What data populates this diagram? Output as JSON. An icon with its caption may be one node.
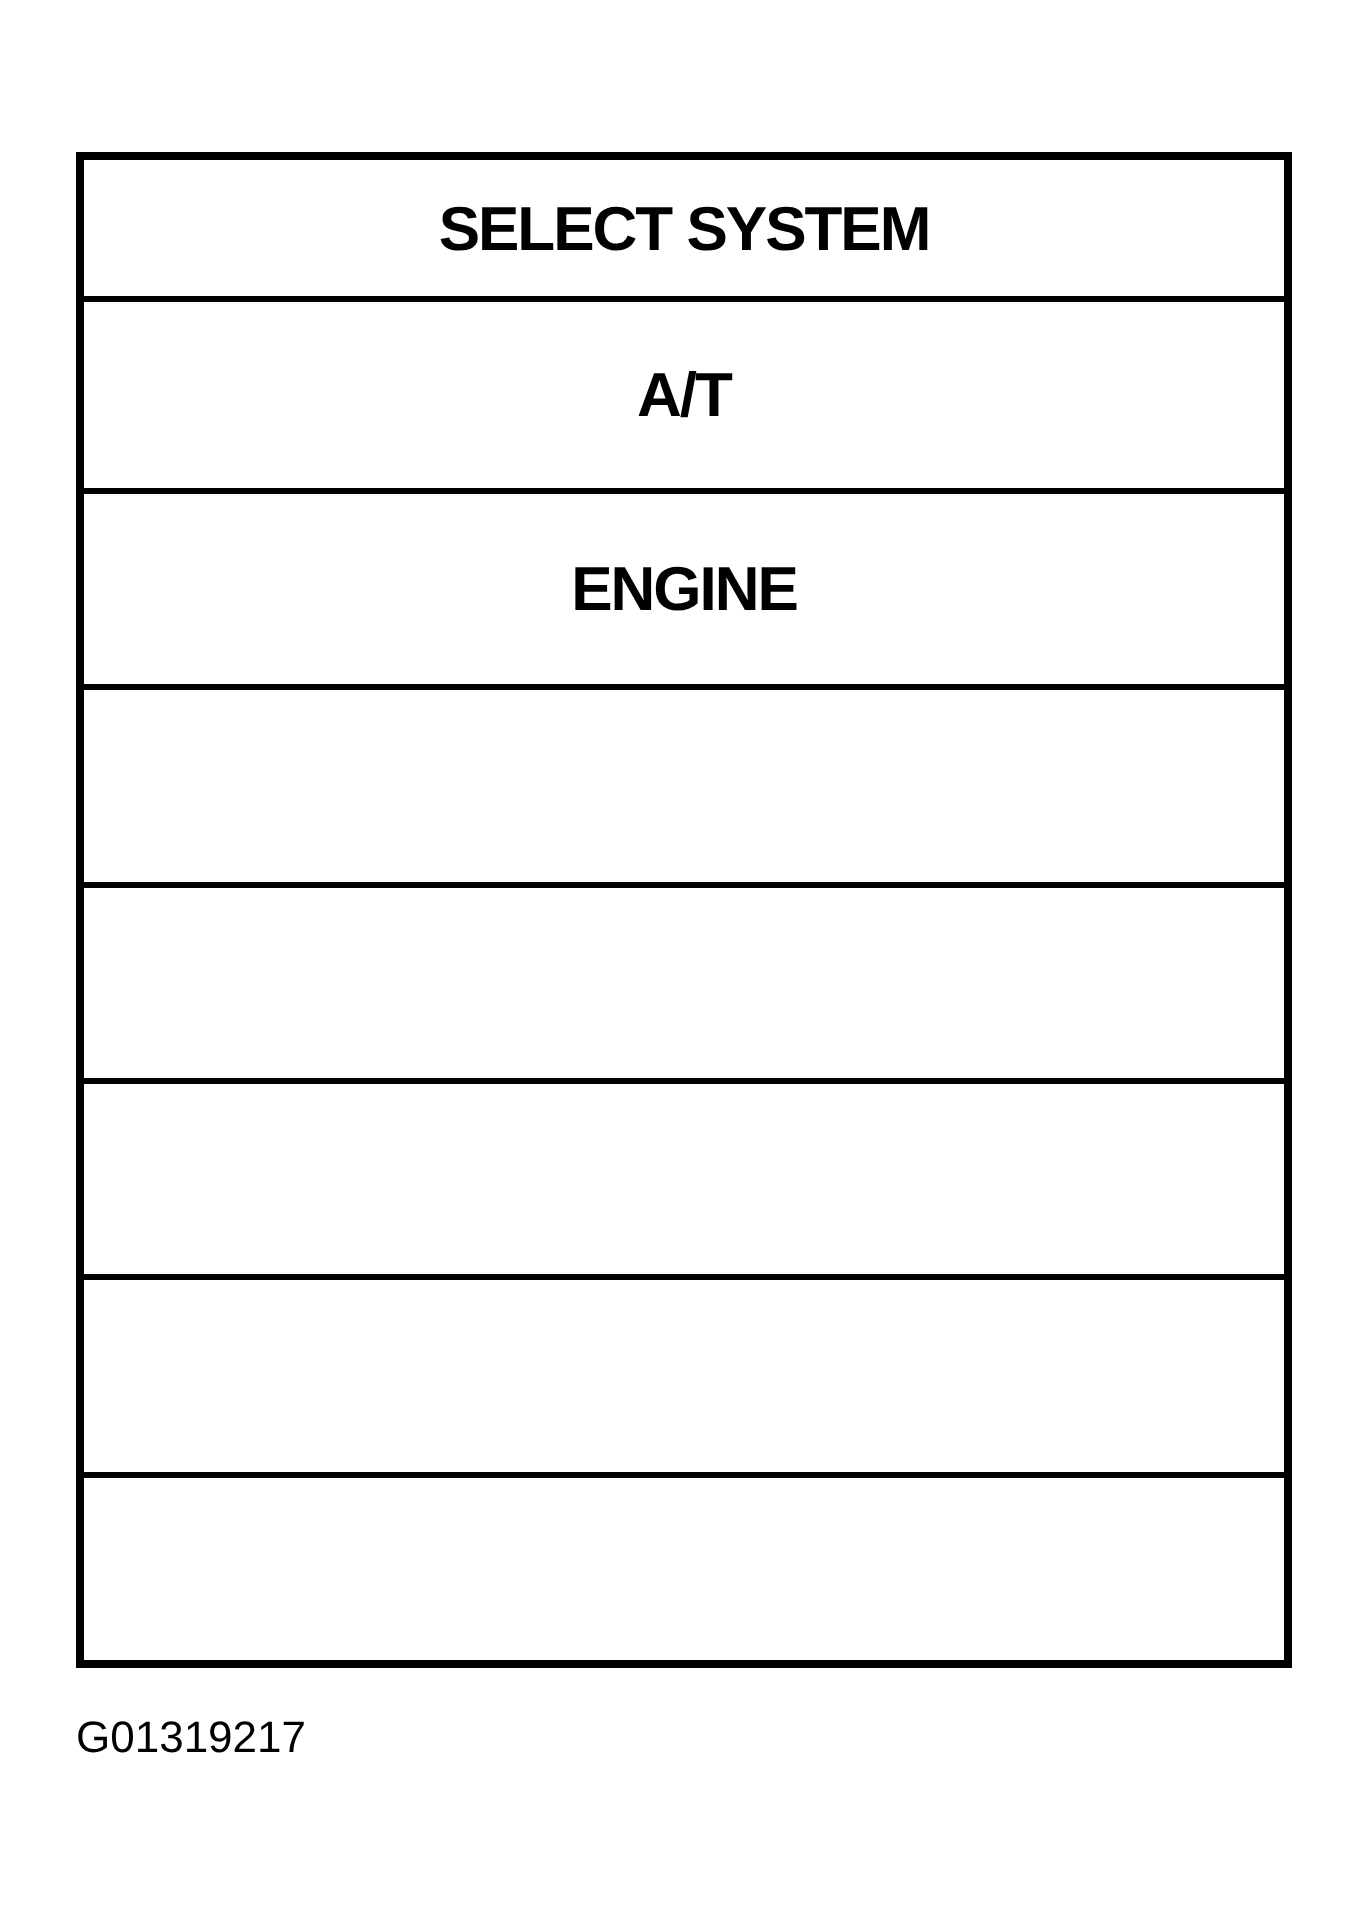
{
  "diagram": {
    "labels": [
      "SELECT SYSTEM",
      "A/T",
      "ENGINE",
      "G01319217"
    ]
  }
}
